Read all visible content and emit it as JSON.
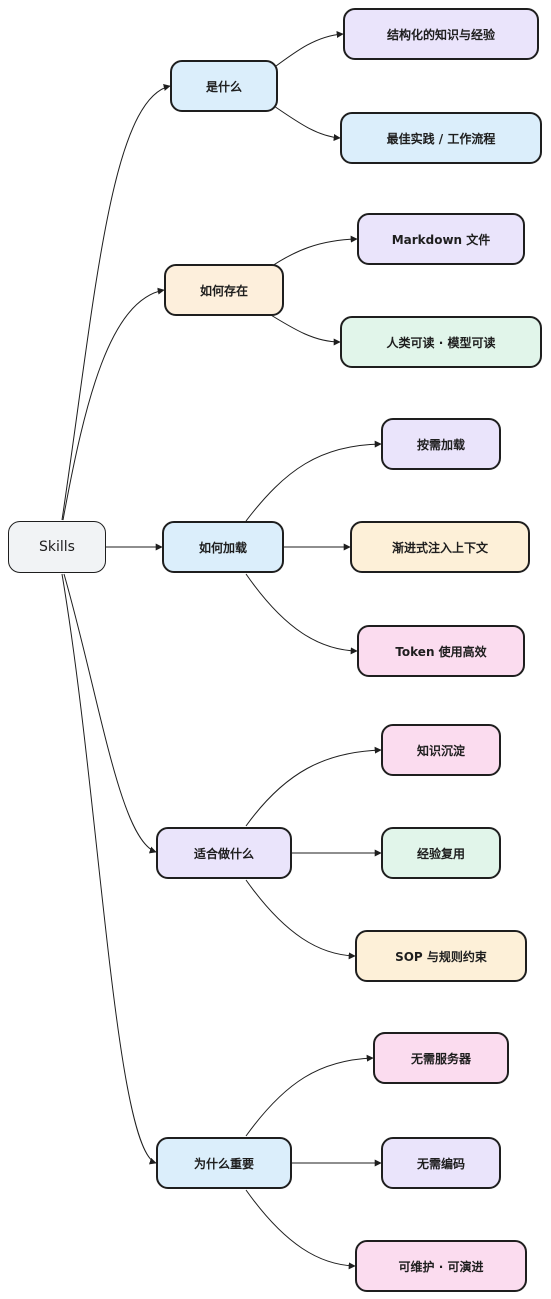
{
  "root": {
    "label": "Skills"
  },
  "branches": [
    {
      "label": "是什么",
      "color": "#dbeefb",
      "children": [
        {
          "label": "结构化的知识与经验",
          "color": "#eae4fb"
        },
        {
          "label": "最佳实践 / 工作流程",
          "color": "#dbeefb"
        }
      ]
    },
    {
      "label": "如何存在",
      "color": "#fdefdc",
      "children": [
        {
          "label": "Markdown 文件",
          "color": "#eae4fb"
        },
        {
          "label": "人类可读 · 模型可读",
          "color": "#e1f5ea"
        }
      ]
    },
    {
      "label": "如何加载",
      "color": "#dbeefb",
      "children": [
        {
          "label": "按需加载",
          "color": "#eae4fb"
        },
        {
          "label": "渐进式注入上下文",
          "color": "#fdf0d8"
        },
        {
          "label": "Token 使用高效",
          "color": "#fbdcef"
        }
      ]
    },
    {
      "label": "适合做什么",
      "color": "#eae4fb",
      "children": [
        {
          "label": "知识沉淀",
          "color": "#fbdcef"
        },
        {
          "label": "经验复用",
          "color": "#e1f5ea"
        },
        {
          "label": "SOP 与规则约束",
          "color": "#fdf0d8"
        }
      ]
    },
    {
      "label": "为什么重要",
      "color": "#dbeefb",
      "children": [
        {
          "label": "无需服务器",
          "color": "#fbdcef"
        },
        {
          "label": "无需编码",
          "color": "#eae4fb"
        },
        {
          "label": "可维护 · 可演进",
          "color": "#fbdcef"
        }
      ]
    }
  ]
}
